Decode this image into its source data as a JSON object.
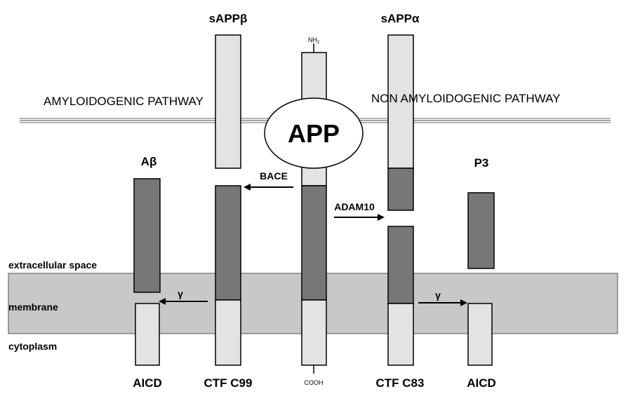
{
  "colors": {
    "membrane": "#c8c8c8",
    "light_segment": "#e3e3e3",
    "dark_segment": "#777777",
    "outline": "#000000",
    "line": "#888888"
  },
  "labels": {
    "sappb": "sAPPβ",
    "sappa": "sAPPα",
    "nh2": "NH",
    "nh2_sub": "2",
    "cooh": "COOH",
    "amyloidogenic": "AMYLOIDOGENIC PATHWAY",
    "non_amyloidogenic": "NON AMYLOIDOGENIC PATHWAY",
    "app": "APP",
    "abeta": "Aβ",
    "p3": "P3",
    "bace": "BACE",
    "adam10": "ADAM10",
    "gamma_left": "γ",
    "gamma_right": "γ",
    "extracellular": "extracellular space",
    "membrane": "membrane",
    "cytoplasm": "cytoplasm",
    "aicd_left": "AICD",
    "ctf_c99": "CTF C99",
    "ctf_c83": "CTF C83",
    "aicd_right": "AICD"
  },
  "icons": {
    "bace_arrow": "arrow-left-icon",
    "adam10_arrow": "arrow-right-icon",
    "gamma_left_arrow": "arrow-left-icon",
    "gamma_right_arrow": "arrow-right-icon"
  }
}
